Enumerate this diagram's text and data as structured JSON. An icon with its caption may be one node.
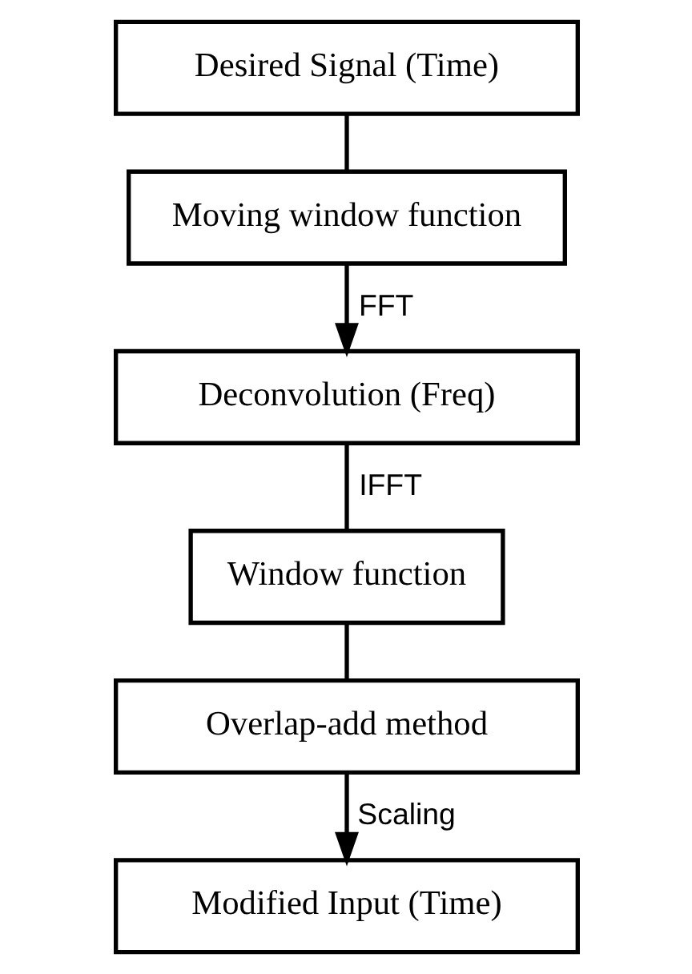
{
  "diagram": {
    "nodes": [
      {
        "text": [
          "Desired Signal (Time)"
        ]
      },
      {
        "text": [
          "Moving window function"
        ]
      },
      {
        "text": [
          "Deconvolution (Freq)"
        ]
      },
      {
        "text": [
          "Window function"
        ]
      },
      {
        "text": [
          "Overlap-add method"
        ]
      },
      {
        "text": [
          "Modified Input (Time)"
        ]
      }
    ],
    "edges": [
      {
        "from": 0,
        "to": 1,
        "arrow": "none"
      },
      {
        "from": 1,
        "to": 2,
        "arrow": "to",
        "label": "FFT"
      },
      {
        "from": 2,
        "to": 3,
        "arrow": "none",
        "label": "IFFT"
      },
      {
        "from": 3,
        "to": 4,
        "arrow": "none"
      },
      {
        "from": 4,
        "to": 5,
        "arrow": "to",
        "label": "Scaling"
      }
    ]
  }
}
